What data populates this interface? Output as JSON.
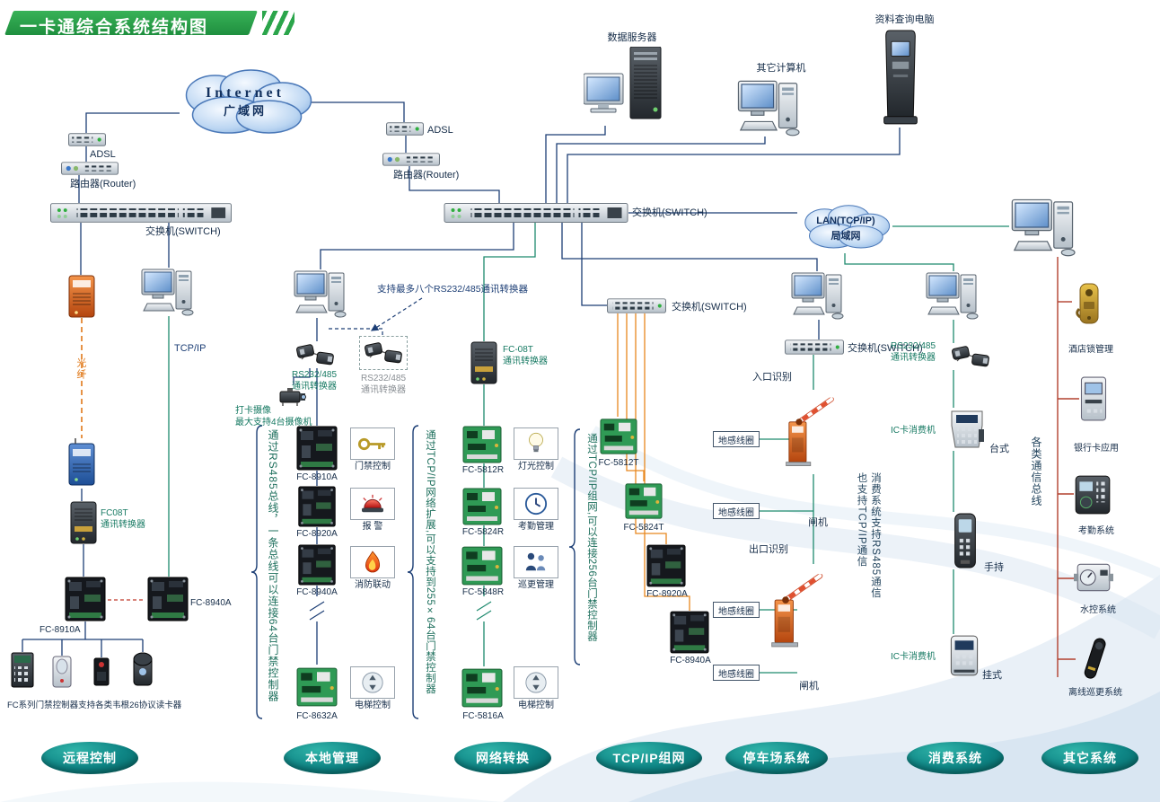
{
  "title": "一卡通综合系统结构图",
  "colors": {
    "title_green": "#2ba54b",
    "line_navy": "#1c3e75",
    "line_teal": "#1e8a6e",
    "line_orange": "#e8871e",
    "bus_red": "#b2402e",
    "ellipse_teal": "#0e8585"
  },
  "clouds": {
    "internet_title": "Internet",
    "internet_sub": "广域网",
    "lan_title": "LAN(TCP/IP)",
    "lan_sub": "局域网"
  },
  "wan": {
    "adsl1": "ADSL",
    "router1": "路由器(Router)",
    "switch1": "交换机(SWITCH)",
    "adsl2": "ADSL",
    "router2": "路由器(Router)",
    "switch2": "交换机(SWITCH)"
  },
  "top": {
    "data_server": "数据服务器",
    "other_pc": "其它计算机",
    "query_pc": "资料查询电脑"
  },
  "remote": {
    "tcpip": "TCP/IP",
    "fiber": "光纤",
    "conv_l1": "FC08T",
    "conv_l2": "通讯转换器",
    "board_left": "FC-8910A",
    "board_right": "FC-8940A",
    "note": "FC系列门禁控制器支持各类韦根26协议读卡器"
  },
  "local": {
    "hint": "支持最多八个RS232/485通讯转换器",
    "conv1_l1": "RS232/485",
    "conv1_l2": "通讯转换器",
    "conv2_l1": "RS232/485",
    "conv2_l2": "通讯转换器",
    "camera_l1": "打卡摄像",
    "camera_l2": "最大支持4台摄像机",
    "bus_note": "通过RS485总线，一条总线可以连接64台门禁控制器",
    "rows": [
      {
        "board": "FC-8910A",
        "func": "门禁控制"
      },
      {
        "board": "FC-8920A",
        "func": "报 警"
      },
      {
        "board": "FC-8940A",
        "func": "消防联动"
      },
      {
        "board": "FC-8632A",
        "func": "电梯控制"
      }
    ]
  },
  "netconv": {
    "conv_l1": "FC-08T",
    "conv_l2": "通讯转换器",
    "bus_note": "通过TCP/IP网络扩展,可以支持到255×64台门禁控制器",
    "rows": [
      {
        "board": "FC-5812R",
        "func": "灯光控制"
      },
      {
        "board": "FC-5824R",
        "func": "考勤管理"
      },
      {
        "board": "FC-5848R",
        "func": "巡更管理"
      },
      {
        "board": "FC-5816A",
        "func": "电梯控制"
      }
    ]
  },
  "tcpnet": {
    "switch": "交换机(SWITCH)",
    "bus_note": "通过TCP/IP组网,可以连接256台门禁控制器",
    "boards": [
      "FC-5812T",
      "FC-5824T",
      "FC-8920A",
      "FC-8940A"
    ]
  },
  "parking": {
    "switch": "交换机(SWITCH)",
    "entry": "入口识别",
    "exit": "出口识别",
    "coil": "地感线圈",
    "gate": "闸机"
  },
  "consume": {
    "conv_l1": "RS232/485",
    "conv_l2": "通讯转换器",
    "pos": "IC卡消费机",
    "desk": "台式",
    "hand": "手持",
    "wall": "挂式",
    "note1": "消费系统支持RS485通信",
    "note2": "也支持TCP/IP通信"
  },
  "others": {
    "bus_note": "各类通信总线",
    "items": [
      "酒店锁管理",
      "银行卡应用",
      "考勤系统",
      "水控系统",
      "离线巡更系统"
    ]
  },
  "footer": [
    "远程控制",
    "本地管理",
    "网络转换",
    "TCP/IP组网",
    "停车场系统",
    "消费系统",
    "其它系统"
  ],
  "icons": {
    "door_access": "key-icon",
    "alarm": "alarm-lamp-icon",
    "fire_linkage": "flame-icon",
    "elevator": "elevator-buttons-icon",
    "lighting": "bulb-icon",
    "attendance": "clock-icon",
    "patrol": "patrol-men-icon"
  }
}
